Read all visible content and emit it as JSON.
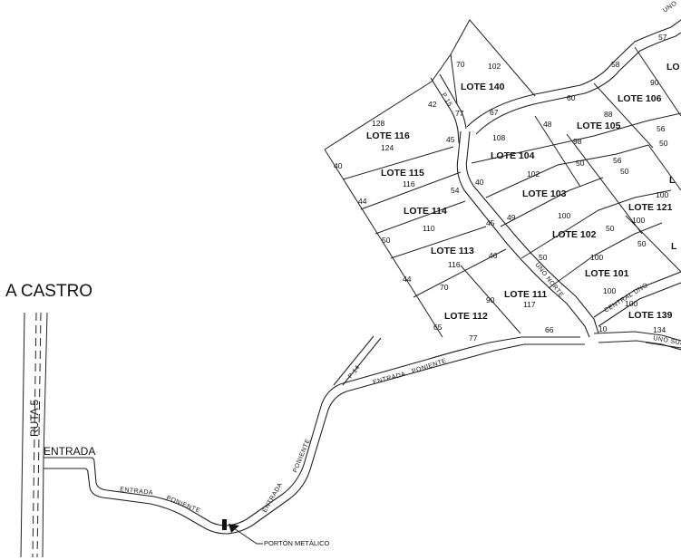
{
  "title": "A CASTRO",
  "ruta": "RUTA 5",
  "entrada": "ENTRADA",
  "porton": "PORTÓN METÁLICO",
  "roads": {
    "entrada_poniente": "ENTRADA",
    "poniente": "PONIENTE",
    "p14": "P 14",
    "p15": "P 15",
    "uno_norte": "UNO NORTE",
    "central_uno": "CENTRAL UNO",
    "uno_sur": "UNO SUR",
    "uno_top": "UNO"
  },
  "lots": [
    {
      "id": "l140",
      "label": "LOTE 140"
    },
    {
      "id": "l116",
      "label": "LOTE 116"
    },
    {
      "id": "l115",
      "label": "LOTE 115"
    },
    {
      "id": "l114",
      "label": "LOTE 114"
    },
    {
      "id": "l113",
      "label": "LOTE 113"
    },
    {
      "id": "l112",
      "label": "LOTE 112"
    },
    {
      "id": "l111",
      "label": "LOTE 111"
    },
    {
      "id": "l104",
      "label": "LOTE 104"
    },
    {
      "id": "l103",
      "label": "LOTE 103"
    },
    {
      "id": "l102",
      "label": "LOTE 102"
    },
    {
      "id": "l101",
      "label": "LOTE 101"
    },
    {
      "id": "l105",
      "label": "LOTE 105"
    },
    {
      "id": "l106",
      "label": "LOTE 106"
    },
    {
      "id": "l121",
      "label": "LOTE 121"
    },
    {
      "id": "l139",
      "label": "LOTE 139"
    },
    {
      "id": "lo1",
      "label": "LO"
    },
    {
      "id": "lo2",
      "label": "L"
    },
    {
      "id": "lo3",
      "label": "L"
    }
  ],
  "numbers": [
    "70",
    "102",
    "42",
    "77",
    "67",
    "128",
    "45",
    "124",
    "108",
    "40",
    "54",
    "116",
    "44",
    "110",
    "50",
    "45",
    "40",
    "44",
    "46",
    "116",
    "70",
    "90",
    "65",
    "77",
    "66",
    "117",
    "49",
    "102",
    "100",
    "50",
    "100",
    "48",
    "60",
    "98",
    "50",
    "88",
    "58",
    "57",
    "90",
    "56",
    "50",
    "56",
    "50",
    "100",
    "100",
    "50",
    "50",
    "100",
    "100",
    "10",
    "134"
  ]
}
